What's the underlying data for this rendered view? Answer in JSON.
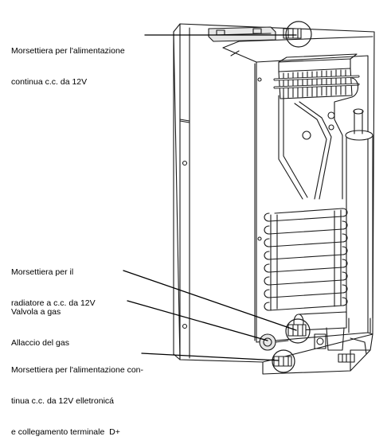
{
  "labels": {
    "top_terminal": {
      "line1": "Morsettiera per l'alimentazione",
      "line2": "continua c.c. da 12V"
    },
    "radiator_terminal": {
      "line1": "Morsettiera per il",
      "line2": "radiatore a c.c. da 12V"
    },
    "gas_valve": {
      "line1": "Valvola a gas",
      "line2": "Allaccio del gas"
    },
    "electronic_terminal": {
      "line1": "Morsettiera per l'alimentazione con-",
      "line2": "tinua c.c. da 12V elletronicá",
      "line3": "e collegamento terminale  D+"
    }
  },
  "colors": {
    "ink": "#1a1a1a",
    "paper": "#ffffff",
    "shade": "#e6e6e6"
  }
}
